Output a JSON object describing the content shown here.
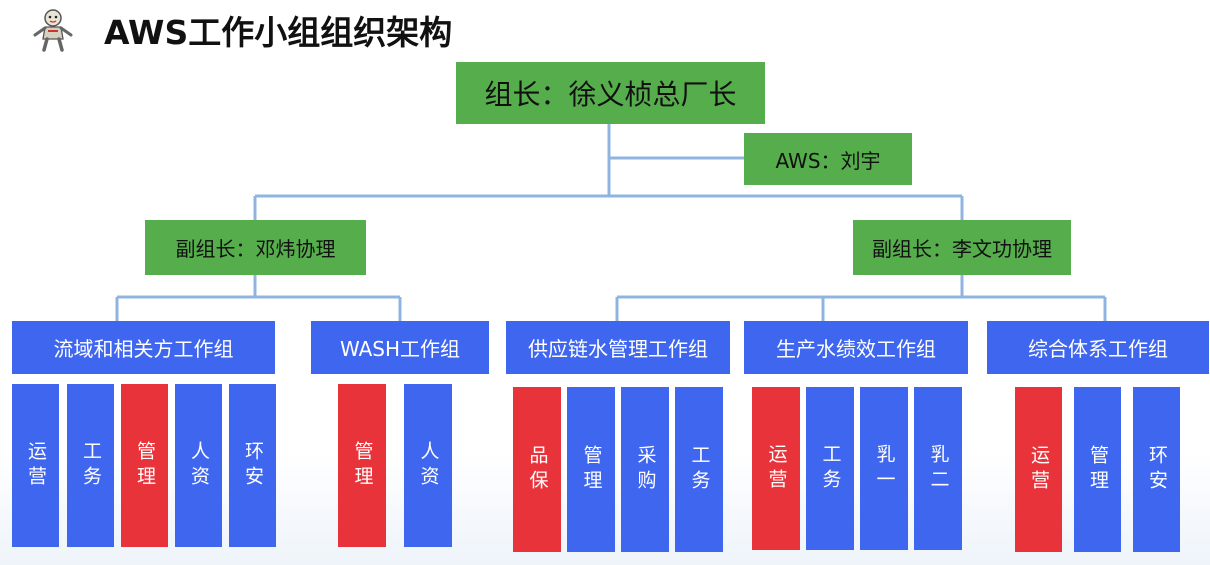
{
  "title": "AWS工作小组组织架构",
  "colors": {
    "green": "#55ad4b",
    "blue": "#3f66ef",
    "red": "#e8333a",
    "line": "#8fb4e0"
  },
  "leader": {
    "label": "组长：徐义桢总厂长"
  },
  "aws": {
    "label": "AWS：刘宇"
  },
  "deputies": [
    {
      "label": "副组长：邓炜协理"
    },
    {
      "label": "副组长：李文功协理"
    }
  ],
  "groups": [
    {
      "label": "流域和相关方工作组",
      "members": [
        {
          "label": "运营",
          "color": "blue"
        },
        {
          "label": "工务",
          "color": "blue"
        },
        {
          "label": "管理",
          "color": "red"
        },
        {
          "label": "人资",
          "color": "blue"
        },
        {
          "label": "环安",
          "color": "blue"
        }
      ]
    },
    {
      "label": "WASH工作组",
      "members": [
        {
          "label": "管理",
          "color": "red"
        },
        {
          "label": "人资",
          "color": "blue"
        }
      ]
    },
    {
      "label": "供应链水管理工作组",
      "members": [
        {
          "label": "品保",
          "color": "red"
        },
        {
          "label": "管理",
          "color": "blue"
        },
        {
          "label": "采购",
          "color": "blue"
        },
        {
          "label": "工务",
          "color": "blue"
        }
      ]
    },
    {
      "label": "生产水绩效工作组",
      "members": [
        {
          "label": "运营",
          "color": "red"
        },
        {
          "label": "工务",
          "color": "blue"
        },
        {
          "label": "乳一",
          "color": "blue"
        },
        {
          "label": "乳二",
          "color": "blue"
        }
      ]
    },
    {
      "label": "综合体系工作组",
      "members": [
        {
          "label": "运营",
          "color": "red"
        },
        {
          "label": "管理",
          "color": "blue"
        },
        {
          "label": "环安",
          "color": "blue"
        }
      ]
    }
  ]
}
